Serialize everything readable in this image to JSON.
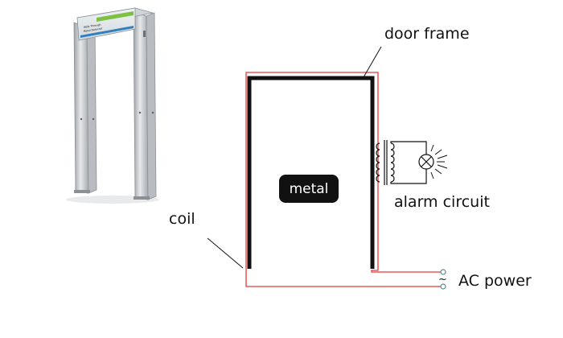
{
  "labels": {
    "door_frame": "door frame",
    "metal": "metal",
    "alarm_circuit": "alarm circuit",
    "coil": "coil",
    "ac_power": "AC power",
    "ac_symbol": "~"
  },
  "photo": {
    "sign_line_1": "Walk Through",
    "sign_line_2": "Metal Detector"
  },
  "colors": {
    "coil_wire": "#e03a3a",
    "frame": "#111111",
    "metal_box": "#111111",
    "metal_text": "#ffffff",
    "terminal": "#5a8a8a",
    "photo_sign_green": "#7cc142",
    "photo_sign_blue": "#2f7fc1"
  }
}
